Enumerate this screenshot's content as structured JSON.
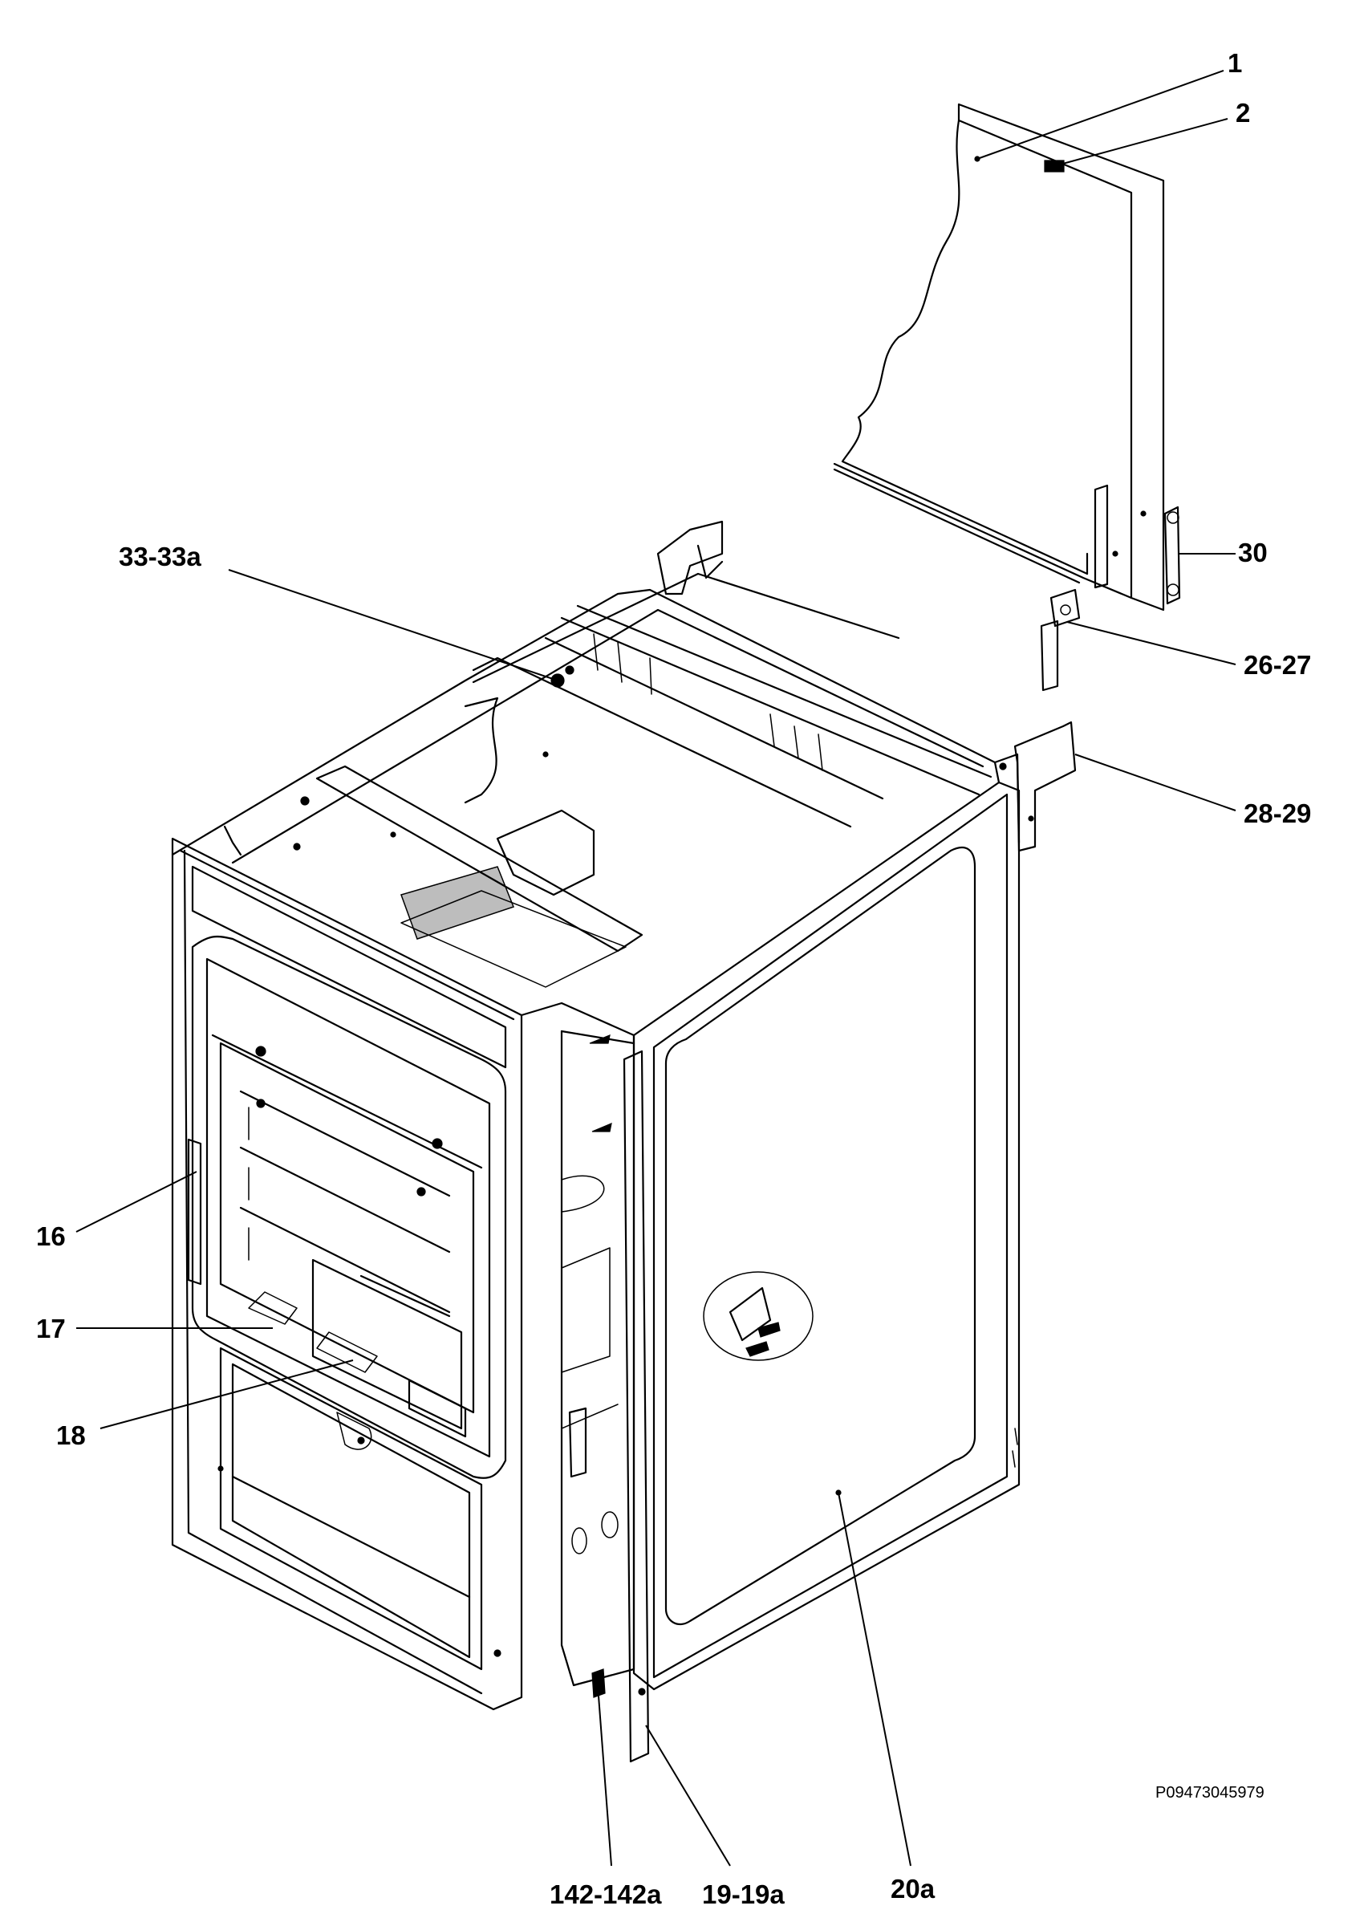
{
  "diagram": {
    "drawing_number": "P09473045979",
    "callouts": [
      {
        "id": "c1",
        "label": "1"
      },
      {
        "id": "c2",
        "label": "2"
      },
      {
        "id": "c30",
        "label": "30"
      },
      {
        "id": "c26",
        "label": "26-27"
      },
      {
        "id": "c28",
        "label": "28-29"
      },
      {
        "id": "c33",
        "label": "33-33a"
      },
      {
        "id": "c16",
        "label": "16"
      },
      {
        "id": "c17",
        "label": "17"
      },
      {
        "id": "c18",
        "label": "18"
      },
      {
        "id": "c142",
        "label": "142-142a"
      },
      {
        "id": "c19",
        "label": "19-19a"
      },
      {
        "id": "c20",
        "label": "20a"
      }
    ]
  }
}
